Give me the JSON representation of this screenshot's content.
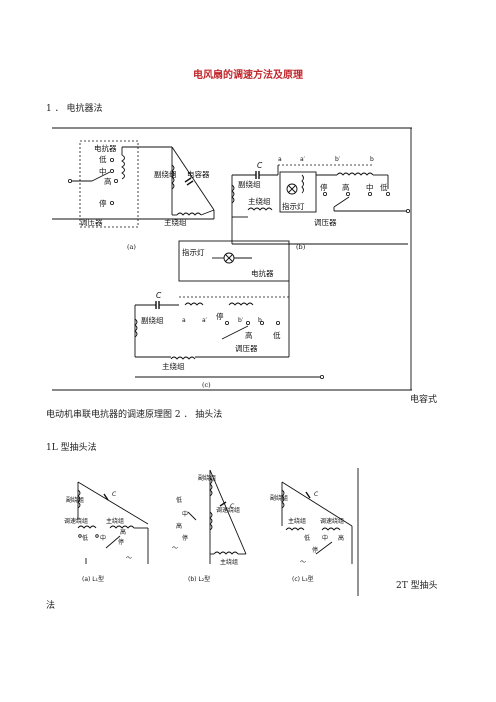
{
  "title": "电风扇的调速方法及原理",
  "section1": "1 ． 电抗器法",
  "caption_tail_right": "电容式",
  "caption_line2": "电动机串联电抗器的调速原理图 2 ． 抽头法",
  "subsection_1L": "1L 型抽头法",
  "subsection_2T_right": "2T 型抽头",
  "subsection_2T_tail": "法",
  "fig1": {
    "a": {
      "label": "(a)",
      "reactor": "电抗器",
      "low": "低",
      "mid": "中",
      "high": "高",
      "stop": "停",
      "regulator": "调压器",
      "aux_winding": "副绕组",
      "main_winding": "主绕组",
      "capacitor": "电容器"
    },
    "b": {
      "label": "(b)",
      "cap": "C",
      "a": "a",
      "a2": "a′",
      "b2": "b′",
      "b": "b",
      "aux_winding": "副绕组",
      "main_winding": "主绕组",
      "indicator": "指示灯",
      "stop": "停",
      "high": "高",
      "mid": "中",
      "low": "低",
      "regulator": "调压器"
    },
    "c": {
      "label": "(c)",
      "indicator": "指示灯",
      "reactor": "电抗器",
      "cap": "C",
      "aux_winding": "副绕组",
      "a": "a",
      "a2": "a′",
      "b": "b",
      "b2": "b′",
      "stop": "停",
      "high": "高",
      "low": "低",
      "regulator": "调压器",
      "main_winding": "主绕组"
    }
  },
  "fig2": {
    "a": {
      "label": "(a) L₁型",
      "aux": "副绕组",
      "cap": "C",
      "speed": "调速绕组",
      "main": "主绕组",
      "low": "低",
      "mid": "中",
      "high": "高",
      "stop": "停",
      "ac": "～"
    },
    "b": {
      "label": "(b) L₂型",
      "aux": "副绕组",
      "cap": "C",
      "speed": "调速绕组",
      "main": "主绕组",
      "low": "低",
      "mid": "中",
      "high": "高",
      "stop": "停",
      "ac": "～"
    },
    "c": {
      "label": "(c) L₃型",
      "aux": "副绕组",
      "cap": "C",
      "main": "主绕组",
      "speed": "调速绕组",
      "low": "低",
      "mid": "中",
      "high": "高",
      "stop": "停",
      "ac": "～"
    }
  }
}
